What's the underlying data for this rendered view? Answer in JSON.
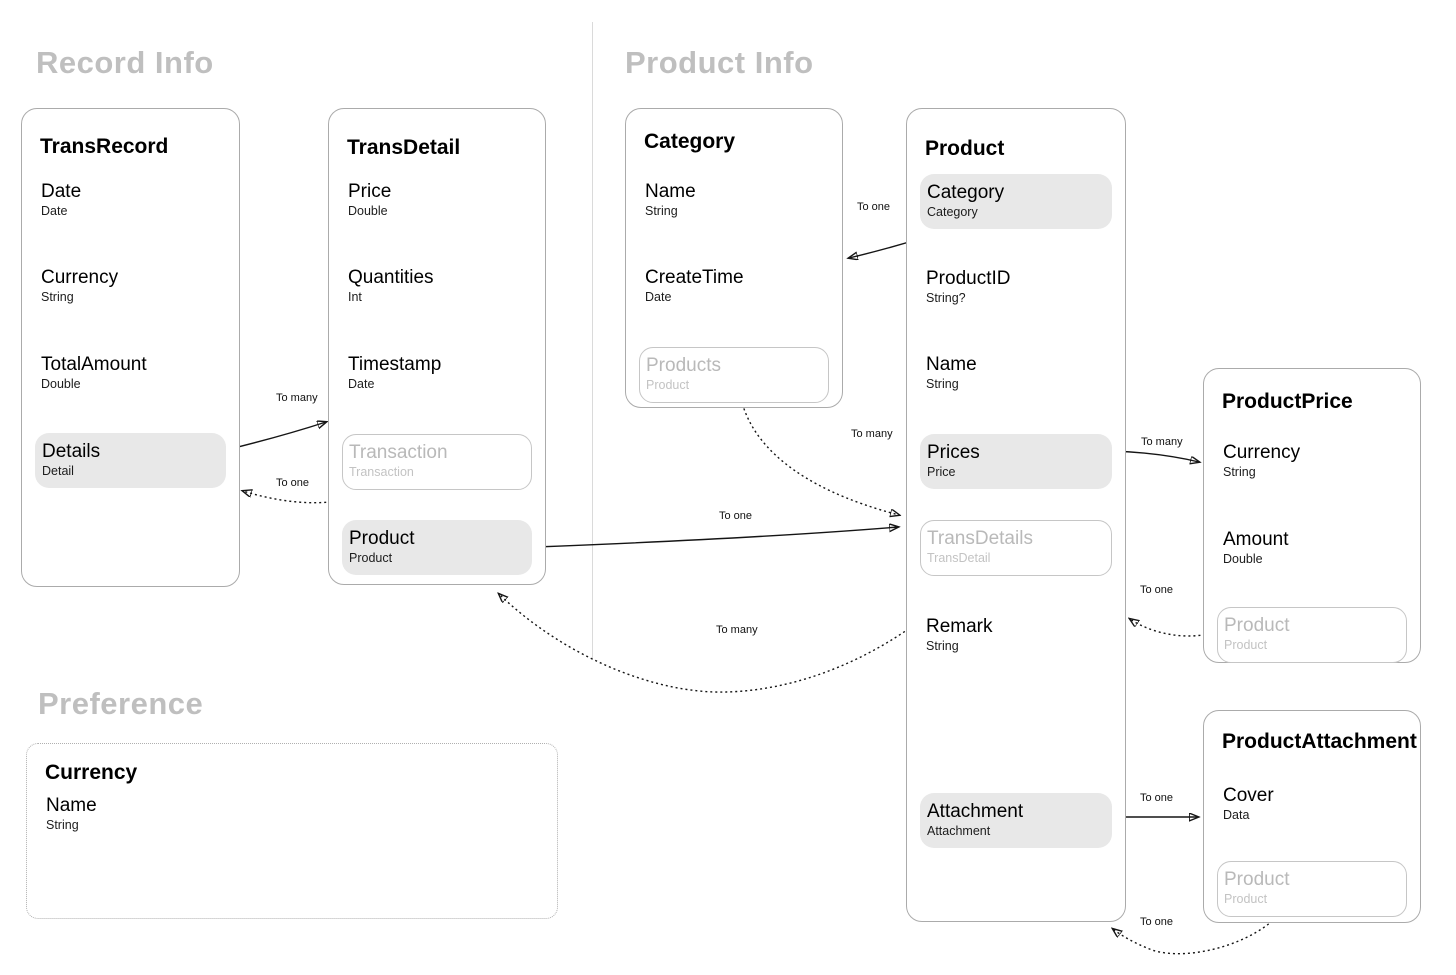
{
  "sections": {
    "record_info": "Record Info",
    "product_info": "Product Info",
    "preference": "Preference"
  },
  "entities": {
    "trans_record": {
      "title": "TransRecord",
      "fields": [
        {
          "name": "Date",
          "type": "Date"
        },
        {
          "name": "Currency",
          "type": "String"
        },
        {
          "name": "TotalAmount",
          "type": "Double"
        },
        {
          "name": "Details",
          "type": "Detail"
        }
      ]
    },
    "trans_detail": {
      "title": "TransDetail",
      "fields": [
        {
          "name": "Price",
          "type": "Double"
        },
        {
          "name": "Quantities",
          "type": "Int"
        },
        {
          "name": "Timestamp",
          "type": "Date"
        },
        {
          "name": "Transaction",
          "type": "Transaction"
        },
        {
          "name": "Product",
          "type": "Product"
        }
      ]
    },
    "category": {
      "title": "Category",
      "fields": [
        {
          "name": "Name",
          "type": "String"
        },
        {
          "name": "CreateTime",
          "type": "Date"
        },
        {
          "name": "Products",
          "type": "Product"
        }
      ]
    },
    "product": {
      "title": "Product",
      "fields": [
        {
          "name": "Category",
          "type": "Category"
        },
        {
          "name": "ProductID",
          "type": "String?"
        },
        {
          "name": "Name",
          "type": "String"
        },
        {
          "name": "Prices",
          "type": "Price"
        },
        {
          "name": "TransDetails",
          "type": "TransDetail"
        },
        {
          "name": "Remark",
          "type": "String"
        },
        {
          "name": "Attachment",
          "type": "Attachment"
        }
      ]
    },
    "product_price": {
      "title": "ProductPrice",
      "fields": [
        {
          "name": "Currency",
          "type": "String"
        },
        {
          "name": "Amount",
          "type": "Double"
        },
        {
          "name": "Product",
          "type": "Product"
        }
      ]
    },
    "product_attachment": {
      "title": "ProductAttachment",
      "fields": [
        {
          "name": "Cover",
          "type": "Data"
        },
        {
          "name": "Product",
          "type": "Product"
        }
      ]
    },
    "currency_preference": {
      "title": "Currency",
      "fields": [
        {
          "name": "Name",
          "type": "String"
        }
      ]
    }
  },
  "relationships": [
    {
      "from": "TransRecord.Details",
      "to": "TransDetail",
      "label": "To many",
      "line": "solid"
    },
    {
      "from": "TransDetail.Transaction",
      "to": "TransRecord",
      "label": "To one",
      "line": "dotted"
    },
    {
      "from": "Product.Category",
      "to": "Category",
      "label": "To one",
      "line": "solid"
    },
    {
      "from": "Category.Products",
      "to": "Product",
      "label": "To many",
      "line": "dotted"
    },
    {
      "from": "TransDetail.Product",
      "to": "Product",
      "label": "To one",
      "line": "solid"
    },
    {
      "from": "Product.TransDetails",
      "to": "TransDetail",
      "label": "To many",
      "line": "dotted"
    },
    {
      "from": "Product.Prices",
      "to": "ProductPrice",
      "label": "To many",
      "line": "solid"
    },
    {
      "from": "ProductPrice.Product",
      "to": "Product",
      "label": "To one",
      "line": "dotted"
    },
    {
      "from": "Product.Attachment",
      "to": "ProductAttachment",
      "label": "To one",
      "line": "solid"
    },
    {
      "from": "ProductAttachment.Product",
      "to": "Product",
      "label": "To one",
      "line": "dotted"
    }
  ],
  "colors": {
    "highlight_field_bg": "#e8e8e8",
    "card_border": "#ababab",
    "ghost_text": "#b9b9b9",
    "section_title": "#bfbfbf"
  }
}
